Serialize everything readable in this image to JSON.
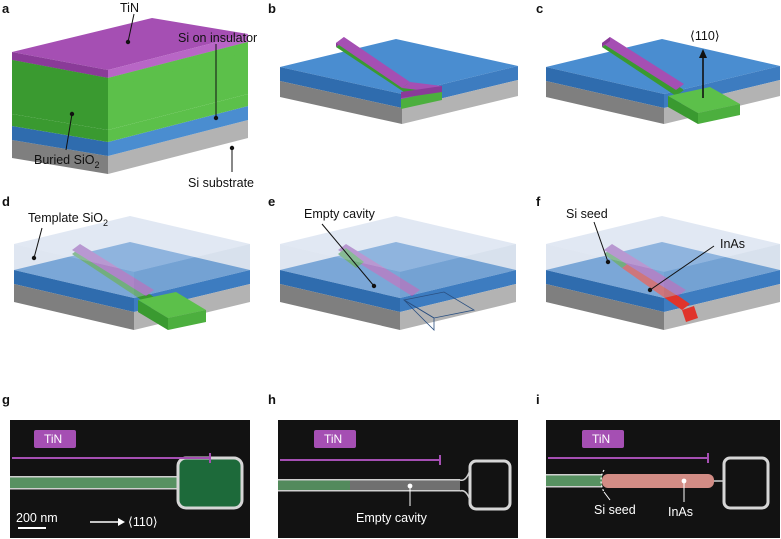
{
  "panels": {
    "a": {
      "letter": "a",
      "tin": "TiN",
      "soi": "Si on insulator",
      "box": "Buried SiO",
      "box_sub": "2",
      "substrate": "Si substrate"
    },
    "b": {
      "letter": "b"
    },
    "c": {
      "letter": "c",
      "direction": "⟨110⟩"
    },
    "d": {
      "letter": "d",
      "template": "Template SiO",
      "template_sub": "2"
    },
    "e": {
      "letter": "e",
      "cavity": "Empty cavity"
    },
    "f": {
      "letter": "f",
      "seed": "Si seed",
      "inas": "InAs"
    },
    "g": {
      "letter": "g",
      "tin": "TiN",
      "scale": "200 nm",
      "direction": "⟨110⟩"
    },
    "h": {
      "letter": "h",
      "tin": "TiN",
      "cavity": "Empty cavity"
    },
    "i": {
      "letter": "i",
      "tin": "TiN",
      "seed": "Si seed",
      "inas": "InAs"
    }
  },
  "colors": {
    "tin": "#a54fb3",
    "si": "#4caf3e",
    "sio2": "#3d7cc0",
    "substrate": "#9a9a9a",
    "template": "#c9d6ea",
    "inas": "#e0342b",
    "sem_bg": "#121212"
  }
}
